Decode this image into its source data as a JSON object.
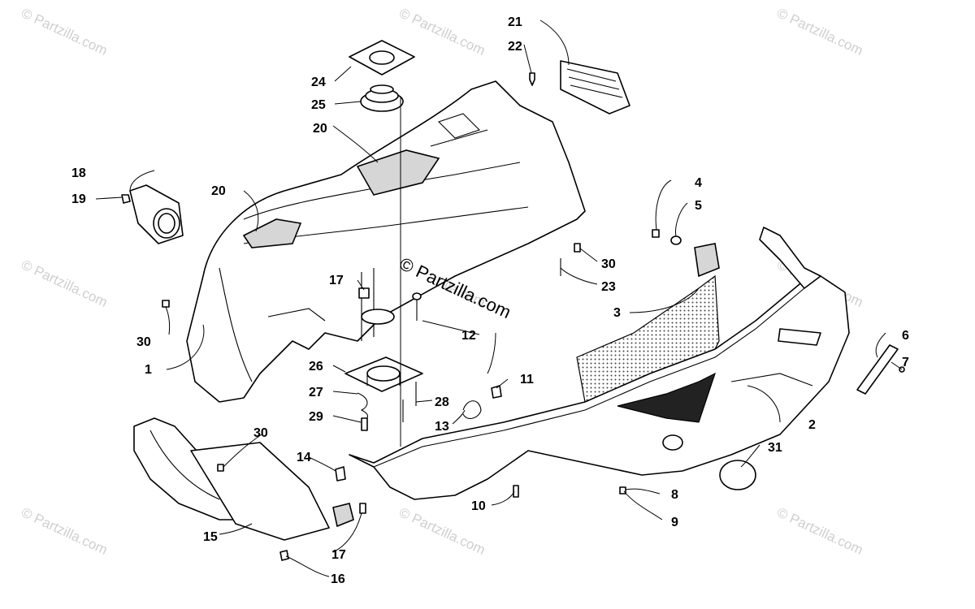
{
  "watermark_text": "© Partzilla.com",
  "center_watermark_text": "© Partzilla.com",
  "callouts": [
    "1",
    "2",
    "3",
    "4",
    "5",
    "6",
    "7",
    "8",
    "9",
    "10",
    "11",
    "12",
    "13",
    "14",
    "15",
    "16",
    "17",
    "17",
    "18",
    "19",
    "20",
    "20",
    "21",
    "22",
    "23",
    "24",
    "25",
    "26",
    "27",
    "28",
    "29",
    "30",
    "30",
    "30",
    "31"
  ],
  "colors": {
    "line": "#000000",
    "background": "#ffffff",
    "watermark": "#cfcfcf"
  }
}
